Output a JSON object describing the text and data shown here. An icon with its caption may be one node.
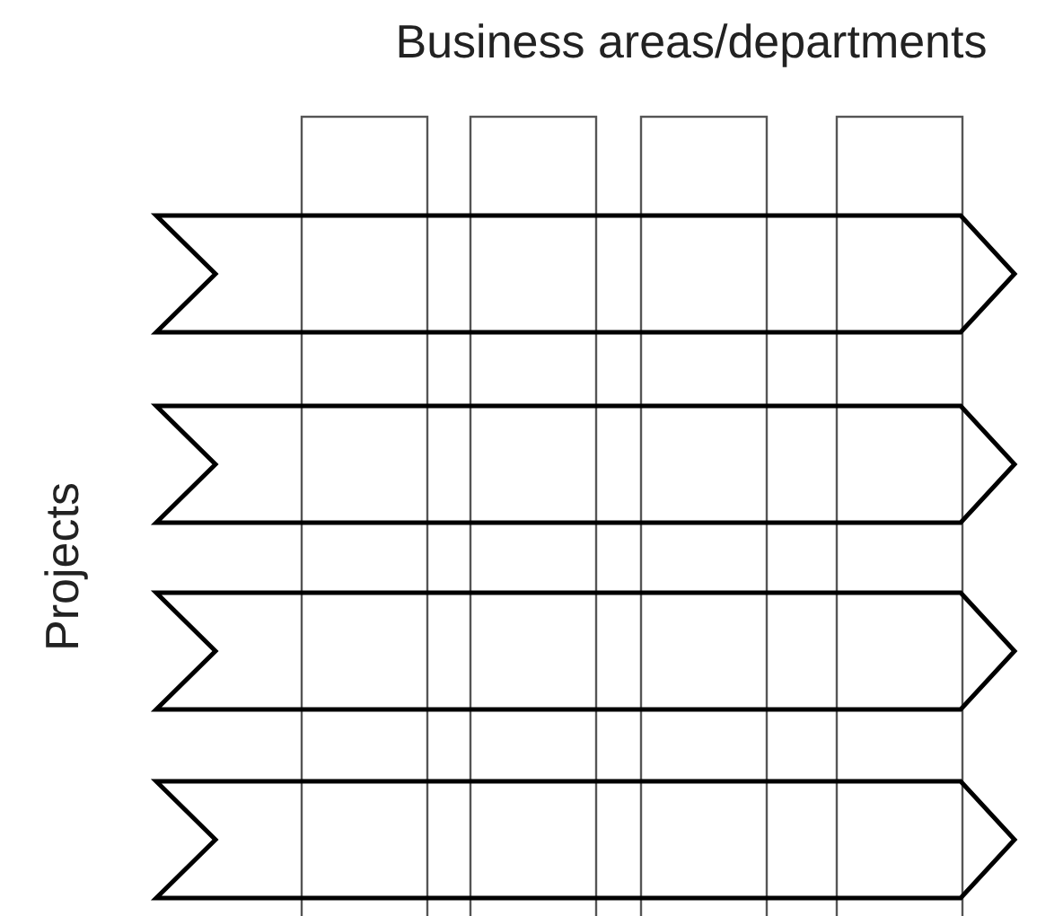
{
  "diagram": {
    "title": "Business areas/departments",
    "nodes": [
      {
        "text": [],
        "shape": "bar"
      },
      {
        "text": [],
        "shape": "bar"
      },
      {
        "text": [],
        "shape": "bar"
      },
      {
        "text": [],
        "shape": "bar"
      },
      {
        "text": [],
        "shape": "chevron"
      },
      {
        "text": [],
        "shape": "chevron"
      },
      {
        "text": [],
        "shape": "chevron"
      },
      {
        "text": [],
        "shape": "chevron"
      }
    ],
    "labels": [
      "Projects"
    ]
  }
}
